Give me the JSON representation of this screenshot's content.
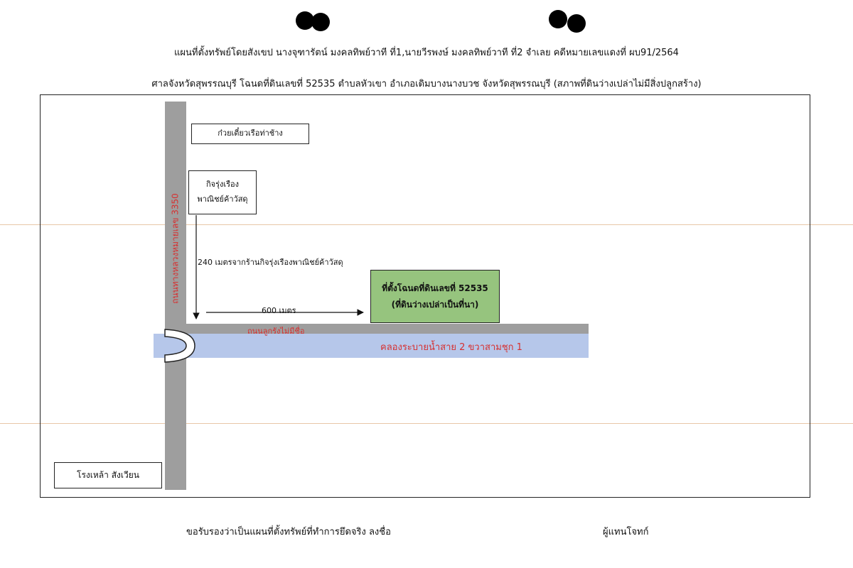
{
  "header": {
    "line1": "แผนที่ตั้งทรัพย์โดยสังเขป  นางจุฑารัตน์  มงคลทิพย์วาที  ที่1,นายวีรพงษ์  มงคลทิพย์วาที  ที่2  จำเลย  คดีหมายเลขแดงที่  ผบ91/2564",
    "line2": "ศาลจังหวัดสุพรรณบุรี  โฉนดที่ดินเลขที่ 52535  ตำบลหัวเขา  อำเภอเดิมบางนางบวช  จังหวัดสุพรรณบุรี  (สภาพที่ดินว่างเปล่าไม่มีสิ่งปลูกสร้าง)"
  },
  "map": {
    "road_vertical_label": "ถนนทางหลวงหมายเลข 3350",
    "road_horizontal_label": "ถนนลูกรังไม่มีชื่อ",
    "canal_label": "คลองระบายน้ำสาย 2 ขวาสามชุก 1",
    "landmarks": {
      "noodle_shop": "ก๋วยเตี๋ยวเรือท่าช้าง",
      "store_line1": "กิจรุ่งเรือง",
      "store_line2": "พาณิชย์ค้าวัสดุ",
      "brewery": "โรงเหล้า สังเวียน"
    },
    "distances": {
      "d240": "240  เมตรจากร้านกิจรุ่งเรืองพาณิชย์ค้าวัสดุ",
      "d600": "600  เมตร"
    },
    "plot": {
      "line1": "ที่ตั้งโฉนดที่ดินเลขที่ 52535",
      "line2": "(ที่ดินว่างเปล่าเป็นที่นา)"
    },
    "colors": {
      "road": "#9e9e9e",
      "canal": "#b6c7ea",
      "plot": "#96c47e",
      "label_red": "#d63030"
    }
  },
  "footer": {
    "certify": "ขอรับรองว่าเป็นแผนที่ตั้งทรัพย์ที่ทำการยึดจริง  ลงชื่อ",
    "role": "ผู้แทนโจทก์"
  }
}
